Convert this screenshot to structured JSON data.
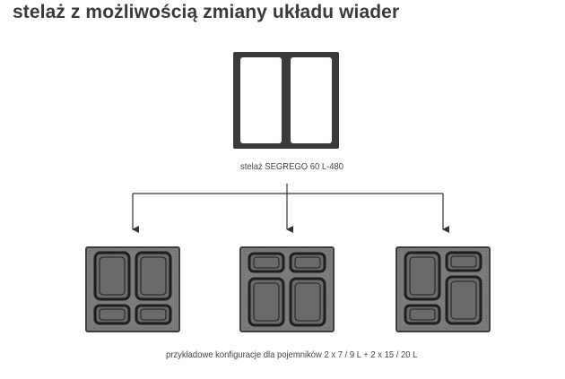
{
  "title": "stelaż z możliwością zmiany układu wiader",
  "rack_label": "stelaż SEGREGO 60 L-480",
  "configurations_label": "przykładowe konfiguracje dla pojemników 2 x 7 / 9 L + 2 x 15 / 20 L",
  "colors": {
    "frame": "#3d3d3d",
    "tray": "#7b7b7b",
    "bin_outline": "#1e1e1e",
    "bin_fill": "#6a6a6a",
    "text": "#3a3a3a"
  },
  "icons": [
    "rack-frame-icon",
    "arrow-down-icon",
    "bin-layout-icon"
  ]
}
